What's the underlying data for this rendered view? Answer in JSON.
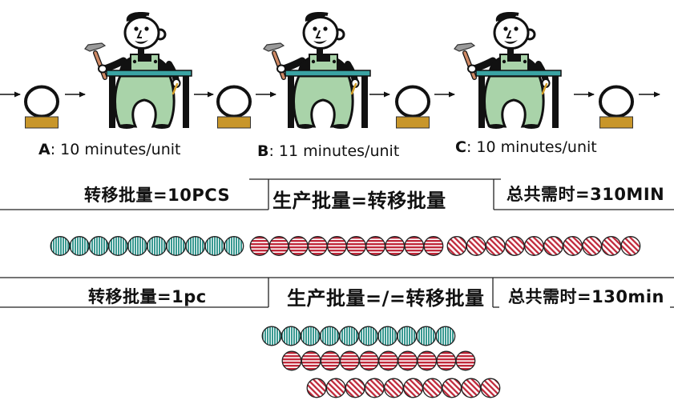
{
  "stations": [
    {
      "name": "A",
      "rate": ": 10 minutes/unit"
    },
    {
      "name": "B",
      "rate": ": 11 minutes/unit"
    },
    {
      "name": "C",
      "rate": ": 10 minutes/unit"
    }
  ],
  "scenarios": [
    {
      "transfer_batch": "转移批量=10PCS",
      "batch_relation": "生产批量=转移批量",
      "total_time": "总共需时=310MIN",
      "units_per_station": 10,
      "flow": "sequential"
    },
    {
      "transfer_batch": "转移批量=1pc",
      "batch_relation": "生产批量=/=转移批量",
      "total_time": "总共需时=130min",
      "units_per_station": 10,
      "flow": "overlapped"
    }
  ],
  "unit_styles": [
    {
      "station": "A",
      "pattern": "vertical-stripes",
      "color": "#3a9a92"
    },
    {
      "station": "B",
      "pattern": "horizontal-stripes",
      "color": "#c0283a"
    },
    {
      "station": "C",
      "pattern": "diagonal-stripes",
      "color": "#c0283a"
    }
  ],
  "colors": {
    "workbench": "#3aa3a3",
    "overalls": "#a9d3a9",
    "buffer_base": "#c8962a"
  }
}
